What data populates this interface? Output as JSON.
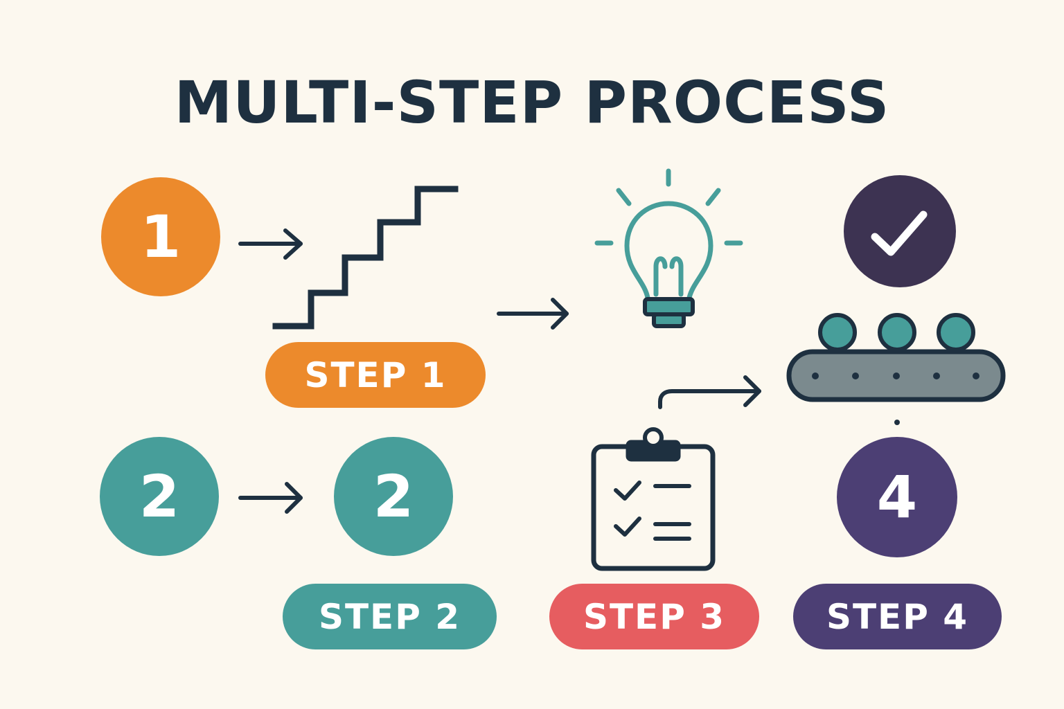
{
  "title": "MULTI-STEP PROCESS",
  "colors": {
    "background": "#fcf8ef",
    "dark": "#1e3040",
    "orange": "#ec8a2c",
    "teal": "#479e9a",
    "red": "#e65d60",
    "purple": "#4c3f74",
    "dark_purple": "#3d3352",
    "belt_gray": "#7b8a8e"
  },
  "badges": {
    "step1_number": "1",
    "step2_number_a": "2",
    "step2_number_b": "2",
    "step4_number": "4"
  },
  "pills": {
    "step1": "STEP 1",
    "step2": "STEP 2",
    "step3": "STEP 3",
    "step4": "STEP 4"
  },
  "icons": {
    "stairs": "stairs-icon",
    "lightbulb": "lightbulb-icon",
    "checkmark": "checkmark-icon",
    "conveyor": "conveyor-belt-icon",
    "clipboard": "clipboard-checklist-icon",
    "arrow": "arrow-right-icon"
  }
}
